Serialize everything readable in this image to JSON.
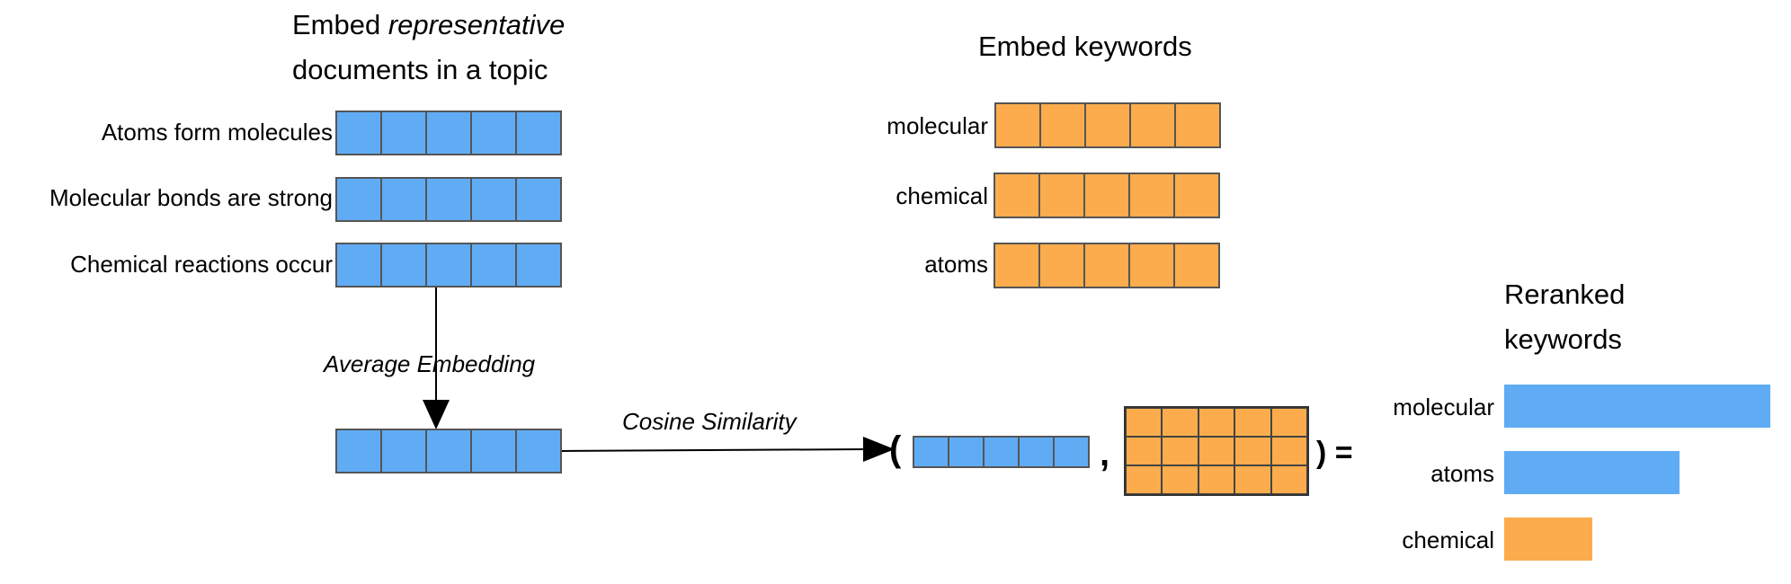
{
  "documents": {
    "title_line1_prefix": "Embed ",
    "title_line1_emph": "representative",
    "title_line2": "documents in a topic",
    "items": [
      {
        "label": "Atoms form molecules"
      },
      {
        "label": "Molecular bonds are strong"
      },
      {
        "label": "Chemical reactions occur"
      }
    ],
    "color": "#60acf4"
  },
  "keywords": {
    "title": "Embed keywords",
    "items": [
      {
        "label": "molecular"
      },
      {
        "label": "chemical"
      },
      {
        "label": "atoms"
      }
    ],
    "color": "#fcac4c"
  },
  "average": {
    "label": "Average Embedding"
  },
  "similarity": {
    "label": "Cosine Similarity",
    "open_paren": "(",
    "comma": ",",
    "close_equals": ") ="
  },
  "reranked": {
    "title_line1": "Reranked",
    "title_line2": "keywords",
    "items": [
      {
        "label": "molecular",
        "score": 1.0,
        "color": "#60acf4"
      },
      {
        "label": "atoms",
        "score": 0.66,
        "color": "#60acf4"
      },
      {
        "label": "chemical",
        "score": 0.33,
        "color": "#fcac4c"
      }
    ]
  }
}
